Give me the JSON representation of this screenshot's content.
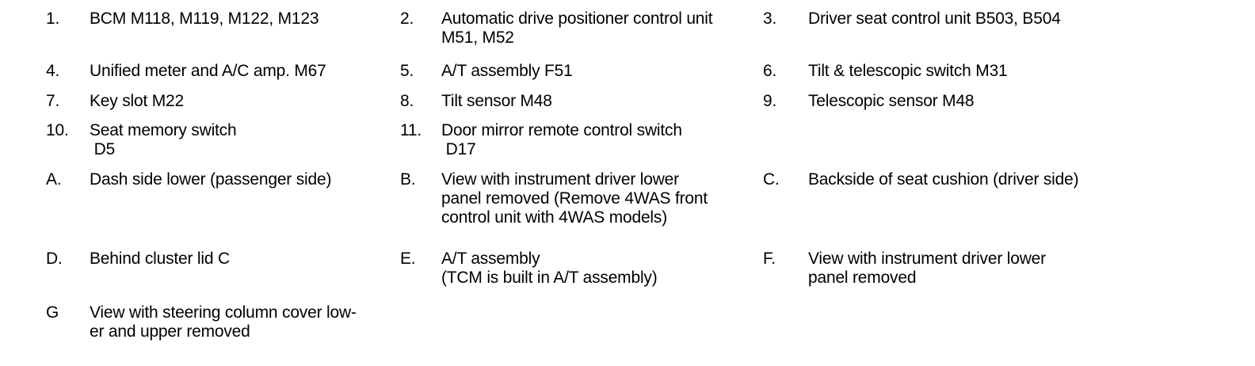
{
  "page": {
    "background_color": "#ffffff",
    "text_color": "#000000"
  },
  "legend": {
    "rows": [
      {
        "cells": [
          {
            "label": "1.",
            "text": "BCM M118, M119, M122, M123"
          },
          {
            "label": "2.",
            "text": "Automatic drive positioner control unit\nM51, M52"
          },
          {
            "label": "3.",
            "text": "Driver seat control unit B503, B504"
          }
        ]
      },
      {
        "cells": [
          {
            "label": "4.",
            "text": "Unified meter and A/C amp. M67"
          },
          {
            "label": "5.",
            "text": "A/T assembly F51"
          },
          {
            "label": "6.",
            "text": "Tilt & telescopic switch M31"
          }
        ]
      },
      {
        "cells": [
          {
            "label": "7.",
            "text": "Key slot M22"
          },
          {
            "label": "8.",
            "text": "Tilt sensor M48"
          },
          {
            "label": "9.",
            "text": "Telescopic sensor M48"
          }
        ]
      },
      {
        "cells": [
          {
            "label": "10.",
            "text": "Seat memory switch\n D5"
          },
          {
            "label": "11.",
            "text": "Door mirror remote control switch\n D17"
          }
        ]
      },
      {
        "cells": [
          {
            "label": "A.",
            "text": "Dash side lower (passenger side)"
          },
          {
            "label": "B.",
            "text": "View with instrument driver lower\npanel removed (Remove 4WAS front\ncontrol unit with 4WAS models)"
          },
          {
            "label": "C.",
            "text": "Backside of seat cushion (driver side)"
          }
        ]
      },
      {
        "cells": [
          {
            "label": "D.",
            "text": "Behind cluster lid C"
          },
          {
            "label": "E.",
            "text": "A/T assembly\n(TCM is built in A/T assembly)"
          },
          {
            "label": "F.",
            "text": "View with instrument driver lower\npanel removed"
          }
        ]
      },
      {
        "cells": [
          {
            "label": "G",
            "text": "View with steering column cover low-\ner and upper removed"
          }
        ]
      }
    ]
  }
}
